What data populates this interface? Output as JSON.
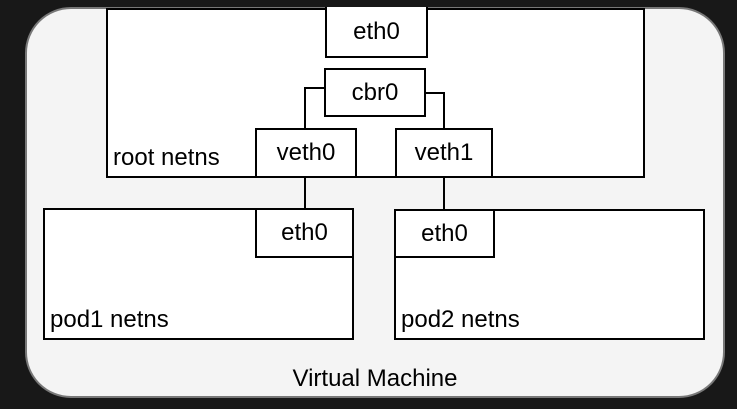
{
  "diagram": {
    "vm_label": "Virtual Machine",
    "root_netns": {
      "label": "root netns",
      "eth0_label": "eth0",
      "cbr0_label": "cbr0",
      "veth0_label": "veth0",
      "veth1_label": "veth1"
    },
    "pod1_netns": {
      "label": "pod1 netns",
      "eth0_label": "eth0"
    },
    "pod2_netns": {
      "label": "pod2 netns",
      "eth0_label": "eth0"
    }
  },
  "colors": {
    "page_background": "#181818",
    "vm_fill": "#f4f4f4",
    "vm_border": "#787878",
    "box_fill": "#ffffff",
    "box_border": "#000000",
    "connector": "#000000",
    "text": "#000000"
  }
}
